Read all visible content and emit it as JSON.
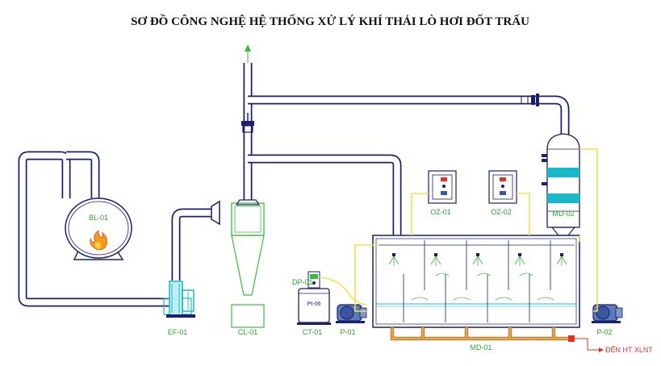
{
  "title": "SƠ ĐỒ CÔNG NGHỆ HỆ THỐNG XỬ LÝ KHÍ THẢI LÒ HƠI ĐỐT TRẤU",
  "equipment": {
    "boiler": "BL-01",
    "fan": "EF-01",
    "cyclone": "CL-01",
    "chem_tank": "CT-01",
    "tank_text": "Pt-06",
    "dosing_pump": "DP-01",
    "pump1": "P-01",
    "pump2": "P-02",
    "ozone1": "OZ-01",
    "ozone2": "OZ-02",
    "scrubber": "MD-02",
    "basin": "MD-01"
  },
  "outlet_label": "ĐẾN HT XLNT",
  "colors": {
    "pipe_outline": "#1a1f6e",
    "equipment_cyan": "#19b8c8",
    "cyclone_green": "#3dbb3d",
    "water_line": "#f2e14d",
    "drain_line": "#e8a94a",
    "label_green": "#2aa52a",
    "label_red": "#e0302a"
  }
}
